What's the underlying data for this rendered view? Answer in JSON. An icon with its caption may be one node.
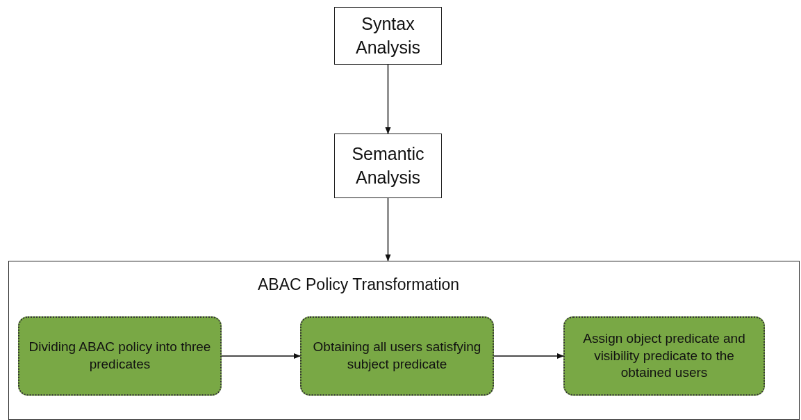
{
  "diagram": {
    "nodes": [
      {
        "text": [
          "Syntax Analysis"
        ]
      },
      {
        "text": [
          "Semantic Analysis"
        ]
      },
      {
        "text": [
          "ABAC Policy Transformation"
        ]
      },
      {
        "text": [
          "Dividing ABAC policy into three predicates"
        ],
        "in": 2
      },
      {
        "text": [
          "Obtaining all users satisfying subject predicate"
        ],
        "in": 2
      },
      {
        "text": [
          "Assign object predicate and visibility predicate to the obtained users"
        ],
        "in": 2
      }
    ],
    "edges": [
      {
        "from": 0,
        "to": 1,
        "arrow": "to"
      },
      {
        "from": 1,
        "to": 2,
        "arrow": "to"
      },
      {
        "from": 3,
        "to": 4,
        "arrow": "to"
      },
      {
        "from": 4,
        "to": 5,
        "arrow": "to"
      }
    ]
  }
}
